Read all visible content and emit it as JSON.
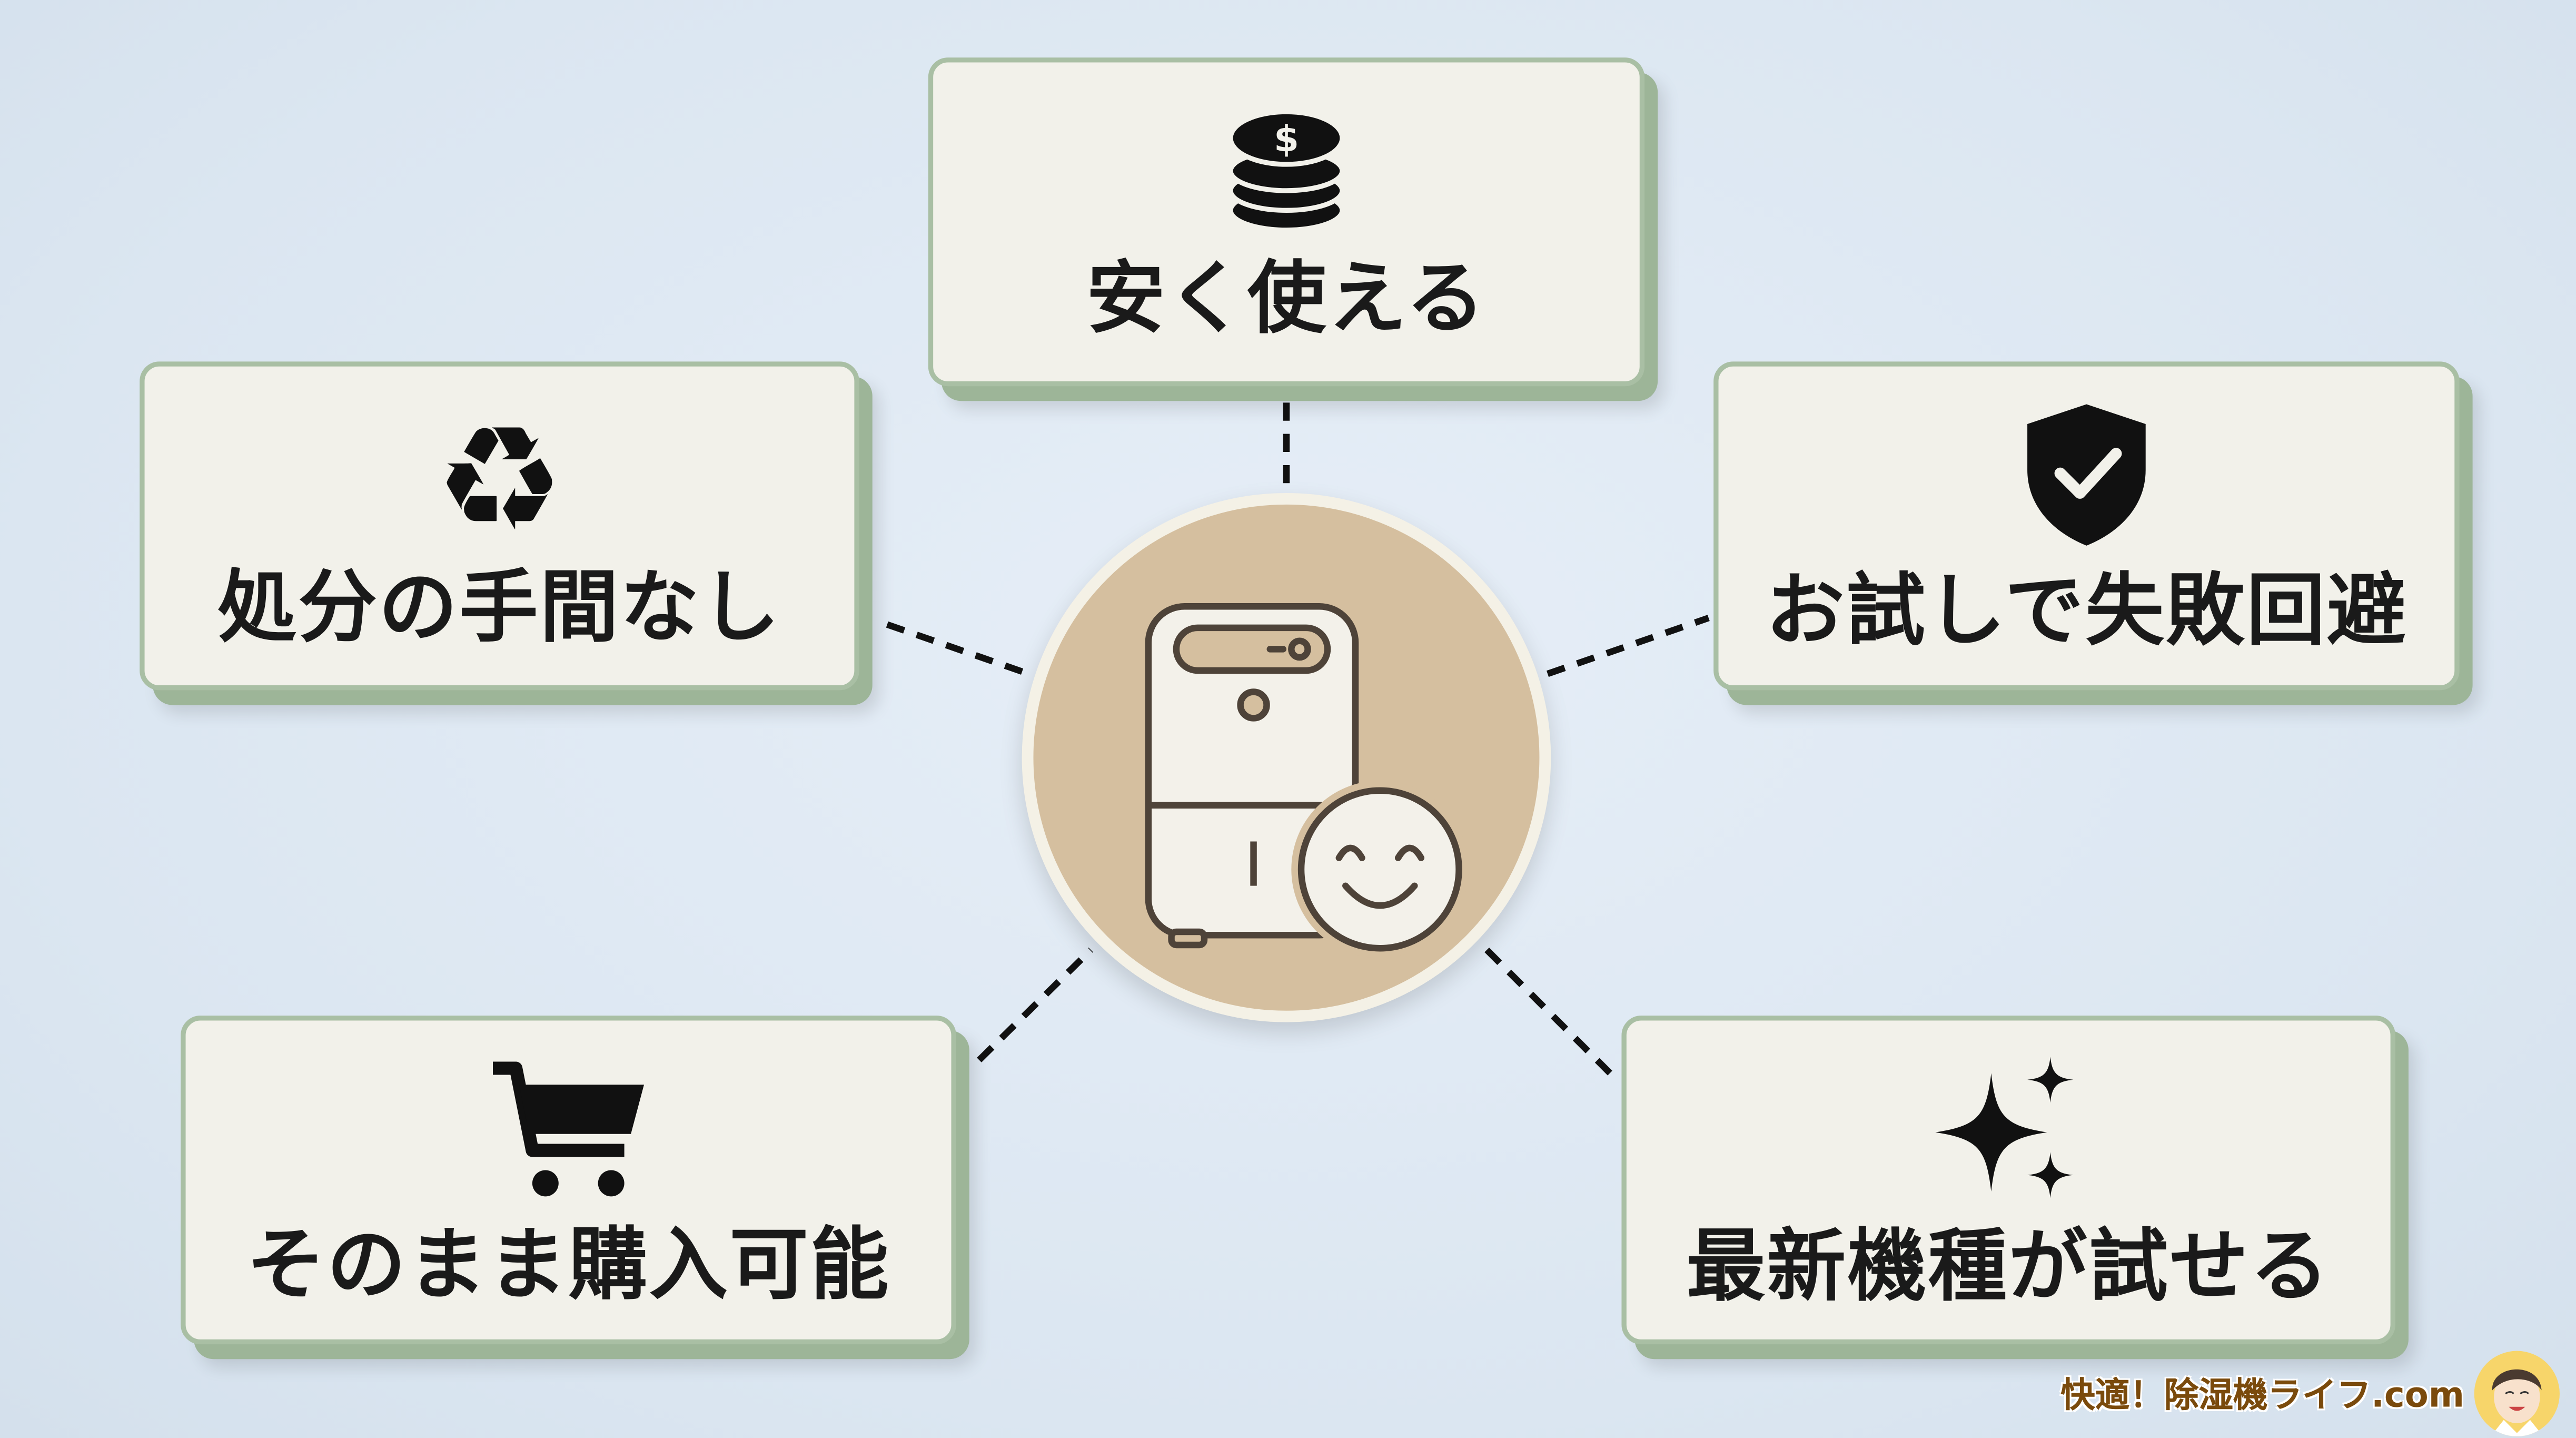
{
  "hub": {
    "icon": "dehumidifier-with-smiley-icon"
  },
  "benefits": [
    {
      "label": "安く使える",
      "icon": "coins-icon"
    },
    {
      "label": "処分の手間なし",
      "icon": "recycle-icon"
    },
    {
      "label": "お試しで失敗回避",
      "icon": "shield-check-icon"
    },
    {
      "label": "そのまま購入可能",
      "icon": "cart-icon"
    },
    {
      "label": "最新機種が試せる",
      "icon": "sparkles-icon"
    }
  ],
  "brand": {
    "text": "快適！除湿機ライフ.com",
    "icon": "avatar-icon"
  },
  "colors": {
    "background": "#dde7f1",
    "card": "#f2f1ea",
    "card_shadow": "#9db598",
    "hub": "#d5bf9f",
    "brand_text": "#7a4a0c"
  }
}
